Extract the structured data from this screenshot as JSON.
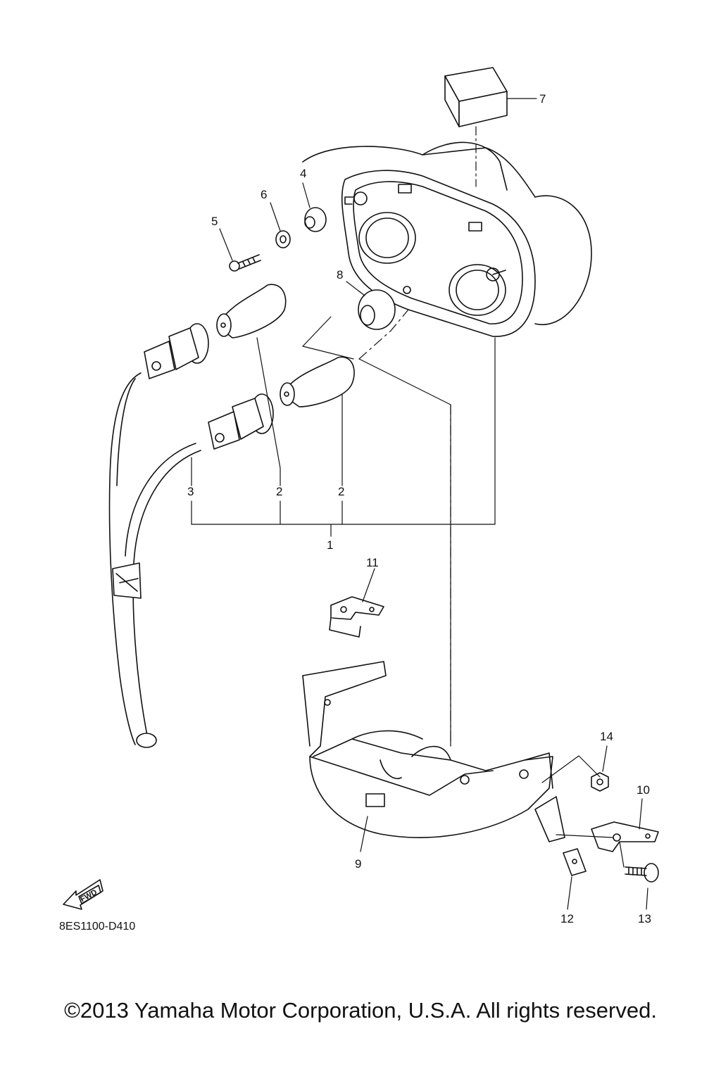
{
  "callouts": {
    "c1": "1",
    "c2a": "2",
    "c2b": "2",
    "c3": "3",
    "c4": "4",
    "c5": "5",
    "c6": "6",
    "c7": "7",
    "c8": "8",
    "c9": "9",
    "c10": "10",
    "c11": "11",
    "c12": "12",
    "c13": "13",
    "c14": "14"
  },
  "fwd_label": "FWD",
  "drawing_code": "8ES1100-D410",
  "copyright": "©2013 Yamaha Motor Corporation, U.S.A. All rights reserved."
}
